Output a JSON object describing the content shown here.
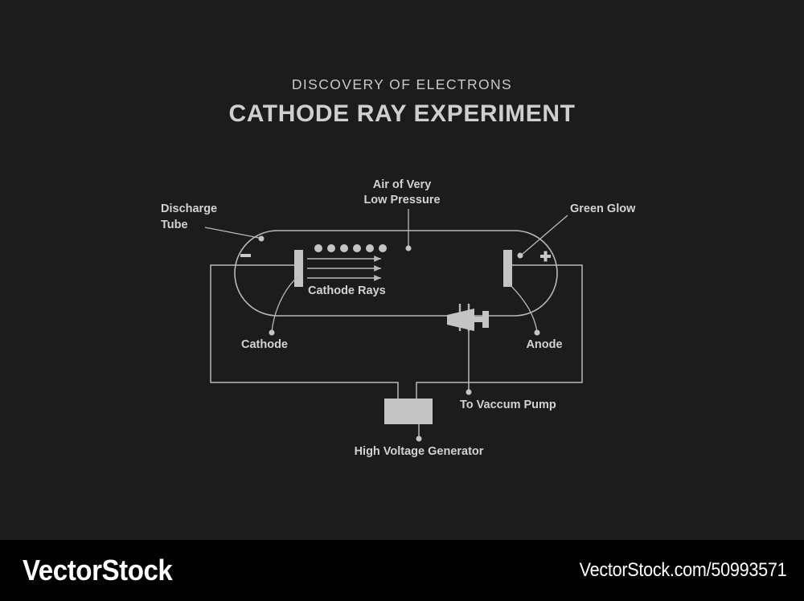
{
  "canvas": {
    "background": "#1c1c1c",
    "stroke": "#b9b9b9",
    "fill": "#c4c4c4",
    "text_color": "#d2d2d2"
  },
  "header": {
    "supertitle": "DISCOVERY OF ELECTRONS",
    "title": "CATHODE RAY EXPERIMENT"
  },
  "diagram": {
    "labels": {
      "discharge_tube_line1": "Discharge",
      "discharge_tube_line2": "Tube",
      "air_pressure_line1": "Air of Very",
      "air_pressure_line2": "Low Pressure",
      "green_glow": "Green Glow",
      "cathode_rays": "Cathode Rays",
      "cathode": "Cathode",
      "anode": "Anode",
      "vacuum_pump": "To Vaccum Pump",
      "high_voltage_generator": "High Voltage Generator"
    },
    "polarity": {
      "negative": "–",
      "positive": "+"
    },
    "electron_count": 6,
    "ray_arrow_count": 3
  },
  "footer": {
    "logo": "VectorStock",
    "url": "VectorStock.com/50993571",
    "background": "#000000"
  }
}
